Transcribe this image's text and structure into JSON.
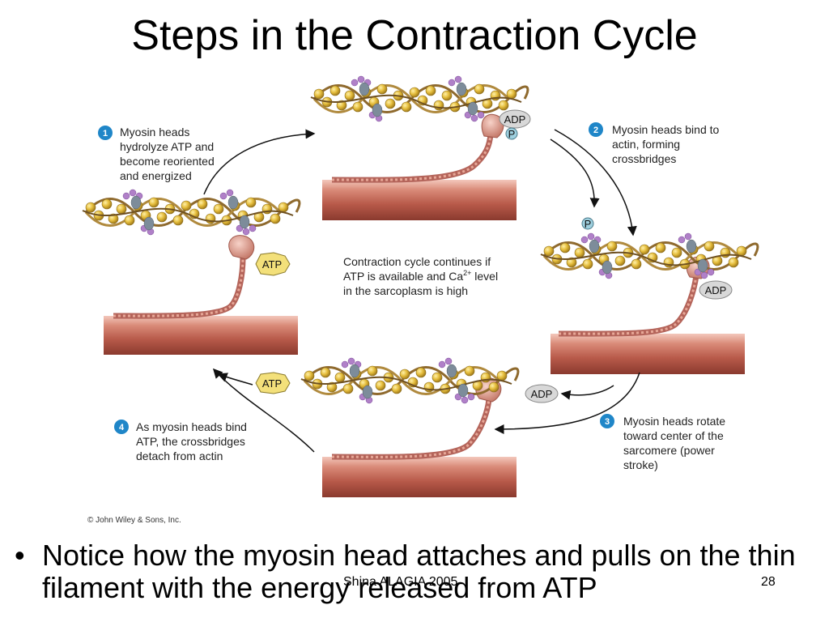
{
  "slide": {
    "title": "Steps in the Contraction Cycle",
    "bullet": "Notice how the myosin head attaches and pulls on the thin filament with the energy released from ATP",
    "footer_left": "Shina ALAGIA 2005",
    "footer_right": "28"
  },
  "diagram": {
    "steps": [
      {
        "number": "1",
        "lines": [
          "Myosin heads",
          "hydrolyze ATP and",
          "become reoriented",
          "and energized"
        ]
      },
      {
        "number": "2",
        "lines": [
          "Myosin heads bind to",
          "actin, forming",
          "crossbridges"
        ]
      },
      {
        "number": "3",
        "lines": [
          "Myosin heads rotate",
          "toward center of the",
          "sarcomere (power",
          "stroke)"
        ]
      },
      {
        "number": "4",
        "lines": [
          "As myosin heads bind",
          "ATP, the crossbridges",
          "detach from actin"
        ]
      }
    ],
    "center_note": {
      "line1": "Contraction cycle continues if",
      "line2_a": "ATP is available and Ca",
      "line2_sup": "2+",
      "line2_b": " level",
      "line3": "in the sarcoplasm is high"
    },
    "tags": {
      "adp": "ADP",
      "atp": "ATP",
      "p": "P"
    },
    "copyright": "© John Wiley & Sons, Inc.",
    "colors": {
      "step_circle": "#1f86c8",
      "thick_filament": "#b85a4a",
      "actin_bead": "#e0b83a",
      "tropomyosin": "#8f6a2e",
      "troponin_purple": "#b080c8",
      "troponin_gray": "#7d8c9a",
      "myosin_head": "#d9958a"
    }
  }
}
